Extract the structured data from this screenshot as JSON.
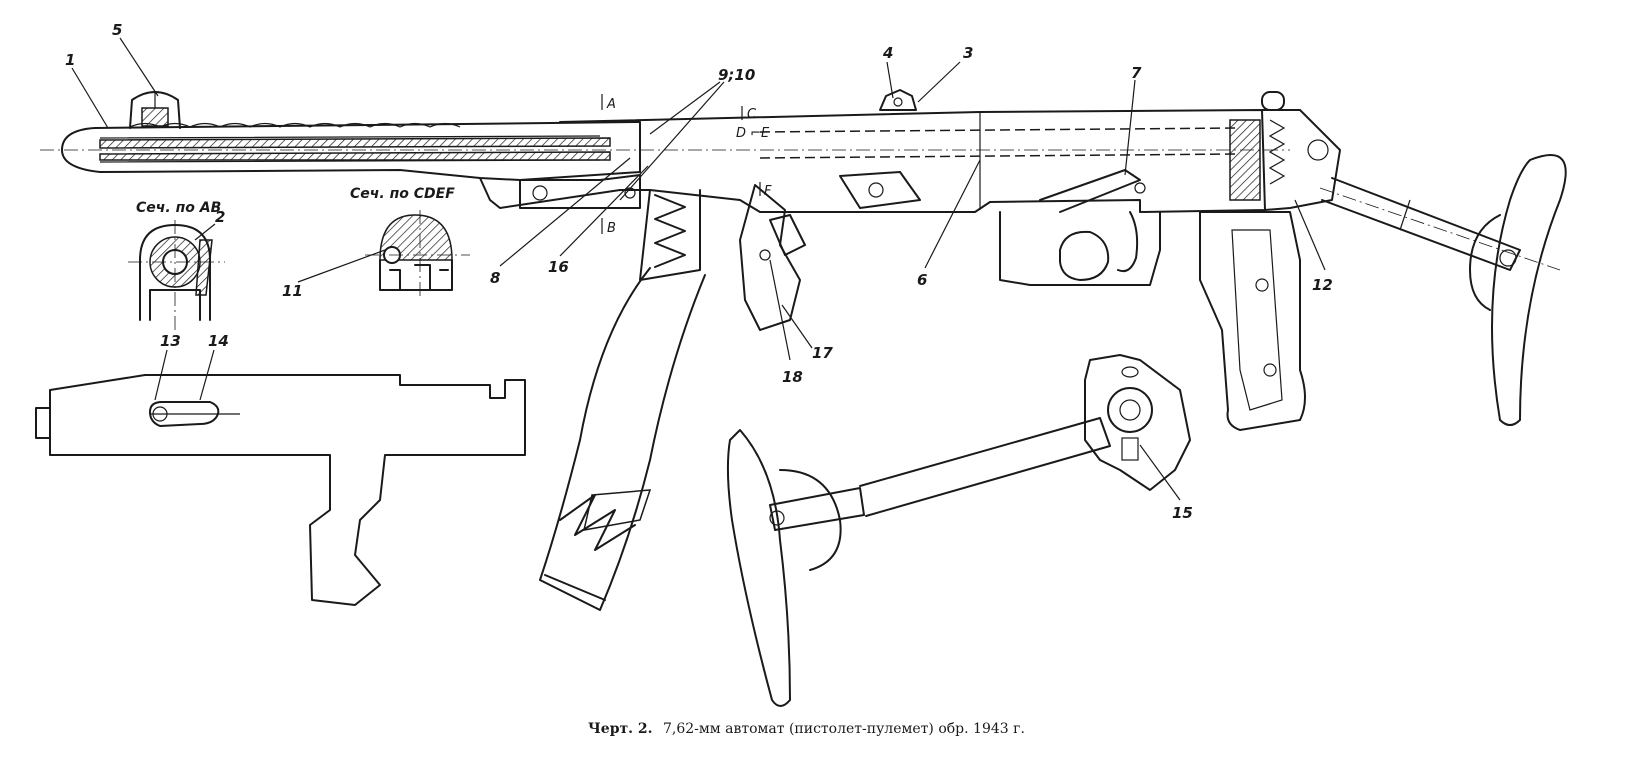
{
  "caption": {
    "prefix": "Черт. 2.",
    "text": "7,62-мм автомат (пистолет-пулемет) обр. 1943 г."
  },
  "section_labels": {
    "ab": "Сеч. по AB",
    "cdef": "Сеч. по CDEF"
  },
  "cut_marks": {
    "a": "A",
    "b": "B",
    "c": "C",
    "de": "D ⌐E",
    "f": "F"
  },
  "part_numbers": [
    "1",
    "2",
    "3",
    "4",
    "5",
    "6",
    "7",
    "8",
    "9;10",
    "11",
    "12",
    "13",
    "14",
    "15",
    "16",
    "17",
    "18"
  ],
  "colors": {
    "ink": "#1a1a1a",
    "paper": "#ffffff"
  }
}
